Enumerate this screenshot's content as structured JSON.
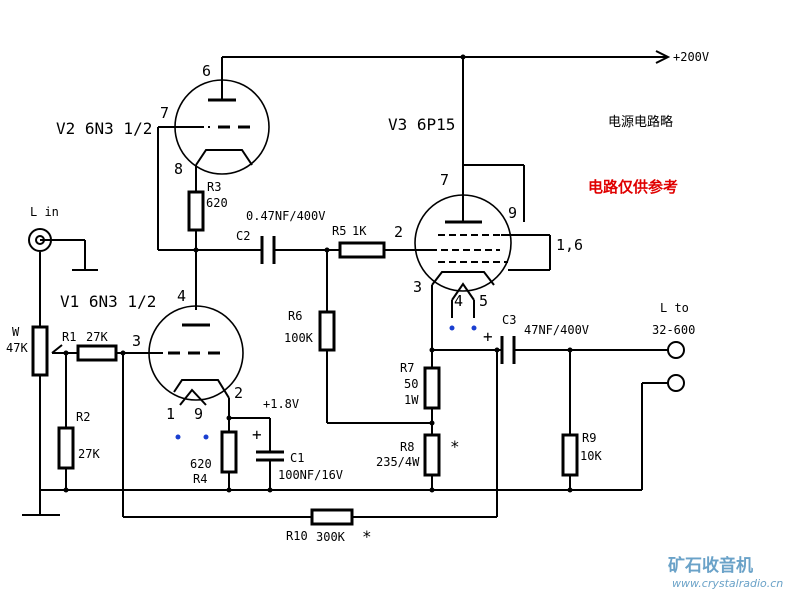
{
  "supply": "+200V",
  "power_note": "电源电路略",
  "reference_note": "电路仅供参考",
  "tubes": {
    "v1": {
      "label": "V1 6N3 1/2",
      "pins": {
        "plate": "4",
        "grid": "3",
        "cathode": "2",
        "heater_a": "1",
        "heater_b": "9"
      }
    },
    "v2": {
      "label": "V2 6N3 1/2",
      "pins": {
        "plate": "6",
        "grid": "7",
        "cathode": "8"
      }
    },
    "v3": {
      "label": "V3 6P15",
      "pins": {
        "plate": "7",
        "screen": "9",
        "grid": "2",
        "cathode_g3": "1,6",
        "k": "3",
        "heater_a": "4",
        "heater_b": "5"
      }
    }
  },
  "components": {
    "w": {
      "name": "W",
      "value": "47K"
    },
    "r1": {
      "name": "R1",
      "value": "27K"
    },
    "r2": {
      "name": "R2",
      "value": "27K"
    },
    "r3": {
      "name": "R3",
      "value": "620"
    },
    "r4": {
      "name": "R4",
      "value": "620"
    },
    "r5": {
      "name": "R5",
      "value": "1K"
    },
    "r6": {
      "name": "R6",
      "value": "100K"
    },
    "r7": {
      "name": "R7",
      "value": "50",
      "extra": "1W"
    },
    "r8": {
      "name": "R8",
      "value": "235/4W",
      "mark": "*"
    },
    "r9": {
      "name": "R9",
      "value": "10K"
    },
    "r10": {
      "name": "R10",
      "value": "300K",
      "mark": "*"
    },
    "c1": {
      "name": "C1",
      "value": "100NF/16V",
      "voltage_tag": "+1.8V",
      "polarity": "+"
    },
    "c2": {
      "name": "C2",
      "value": "0.47NF/400V"
    },
    "c3": {
      "name": "C3",
      "value": "47NF/400V",
      "polarity": "+"
    }
  },
  "io": {
    "input": "L in",
    "output": "L to",
    "output_range": "32-600"
  },
  "watermark": {
    "name": "矿石收音机",
    "url": "www.crystalradio.cn"
  }
}
